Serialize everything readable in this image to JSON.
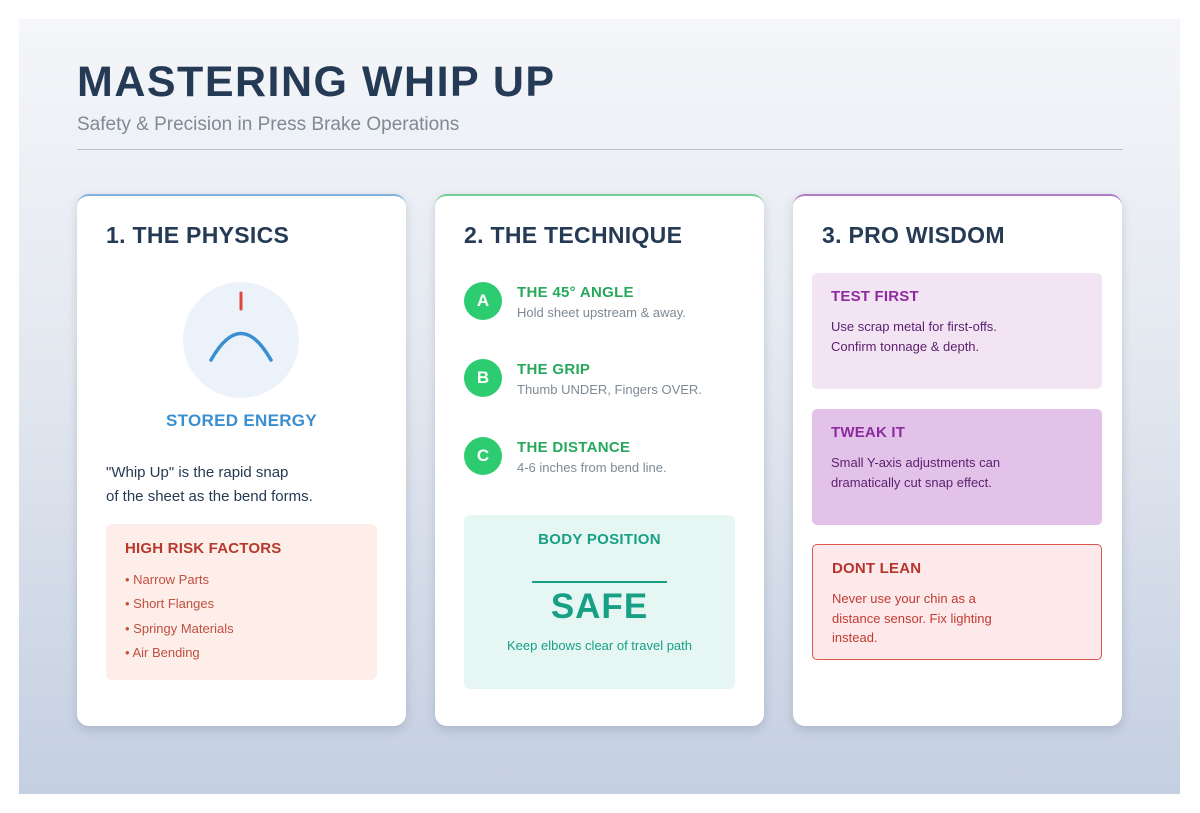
{
  "header": {
    "title": "MASTERING WHIP UP",
    "subtitle": "Safety & Precision in Press Brake Operations"
  },
  "colors": {
    "physics_accent": "#3a8fd1",
    "technique_accent": "#2ecc71",
    "wisdom_accent": "#8e2aa0",
    "danger": "#b5342d"
  },
  "physics": {
    "title": "1. THE PHYSICS",
    "icon": "stored-energy-arc-icon",
    "energy_label": "STORED ENERGY",
    "description": [
      "\"Whip Up\" is the rapid snap",
      "of the sheet as the bend forms."
    ],
    "risk": {
      "title": "HIGH RISK FACTORS",
      "items": [
        "• Narrow Parts",
        "• Short Flanges",
        "• Springy Materials",
        "• Air Bending"
      ]
    }
  },
  "technique": {
    "title": "2. THE TECHNIQUE",
    "steps": [
      {
        "badge": "A",
        "title": "THE 45° ANGLE",
        "desc": "Hold sheet upstream & away."
      },
      {
        "badge": "B",
        "title": "THE GRIP",
        "desc": "Thumb UNDER, Fingers OVER."
      },
      {
        "badge": "C",
        "title": "THE DISTANCE",
        "desc": "4-6 inches from bend line."
      }
    ],
    "body_position": {
      "title": "BODY POSITION",
      "value": "SAFE",
      "note": "Keep elbows clear of travel path"
    }
  },
  "wisdom": {
    "title": "3. PRO WISDOM",
    "items": [
      {
        "title": "TEST FIRST",
        "lines": [
          "Use scrap metal for first-offs.",
          "Confirm tonnage & depth."
        ]
      },
      {
        "title": "TWEAK IT",
        "lines": [
          "Small Y-axis adjustments can",
          "dramatically cut snap effect."
        ]
      },
      {
        "title": "DONT LEAN",
        "lines": [
          "Never use your chin as a",
          "distance sensor. Fix lighting",
          "instead."
        ]
      }
    ]
  }
}
